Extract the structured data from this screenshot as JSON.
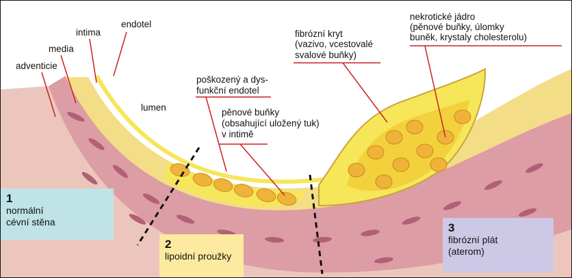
{
  "labels": {
    "endotel": "endotel",
    "intima": "intima",
    "media": "media",
    "adventicie": "adventicie",
    "lumen": "lumen",
    "damaged_endothelium_1": "poškozený a dys-",
    "damaged_endothelium_2": "funkční endotel",
    "foam_cells_1": "pěnové buňky",
    "foam_cells_2": "(obsahující uložený tuk)",
    "foam_cells_3": "v intimě",
    "fibrous_cap_1": "fibrózní kryt",
    "fibrous_cap_2": "(vazivo, vcestovalé",
    "fibrous_cap_3": "svalové buňky)",
    "necrotic_core_1": "nekrotické jádro",
    "necrotic_core_2": "(pěnové buňky, úlomky",
    "necrotic_core_3": "buněk, krystaly cholesterolu)"
  },
  "stages": [
    {
      "number": "1",
      "text": "normální\ncévní stěna",
      "color": "#bfe3e6"
    },
    {
      "number": "2",
      "text": "lipoidní proužky",
      "color": "#fbeaa0"
    },
    {
      "number": "3",
      "text": "fibrózní plát\n(aterom)",
      "color": "#cdc8e6"
    }
  ],
  "colors": {
    "adventitia": "#ecc6bd",
    "media": "#dc9da4",
    "intima_yellow": "#f6e65a",
    "cell_pink": "#b25f78",
    "foam_cell": "#f0b33a",
    "necrotic": "#f3d13c",
    "leader_line": "#c8201e"
  }
}
